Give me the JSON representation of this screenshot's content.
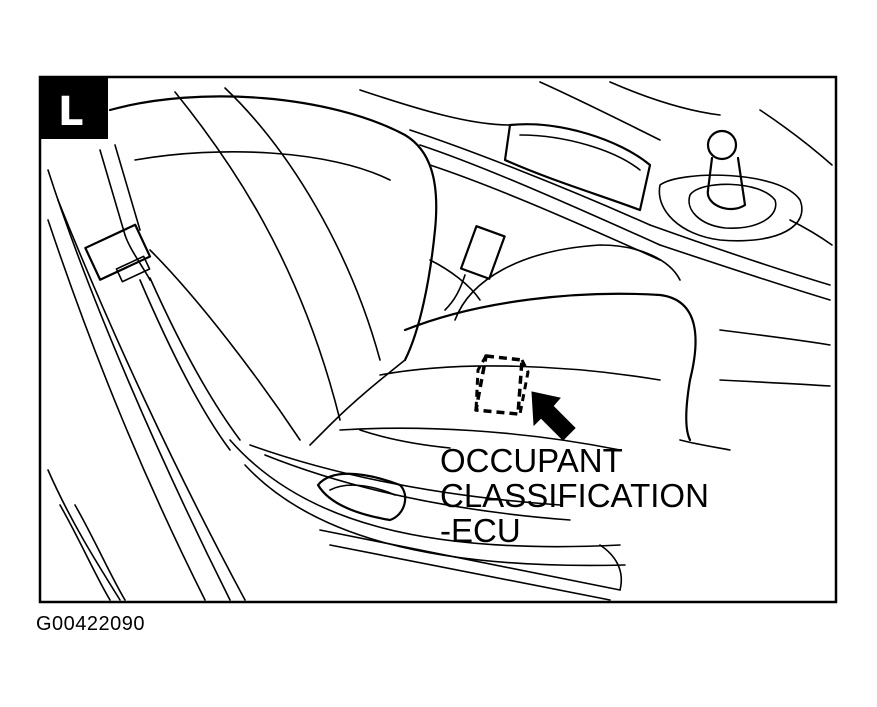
{
  "figure": {
    "section_letter": "L",
    "callout": {
      "lines": [
        "OCCUPANT",
        "CLASSIFICATION",
        "-ECU"
      ]
    },
    "figure_code": "G00422090"
  }
}
